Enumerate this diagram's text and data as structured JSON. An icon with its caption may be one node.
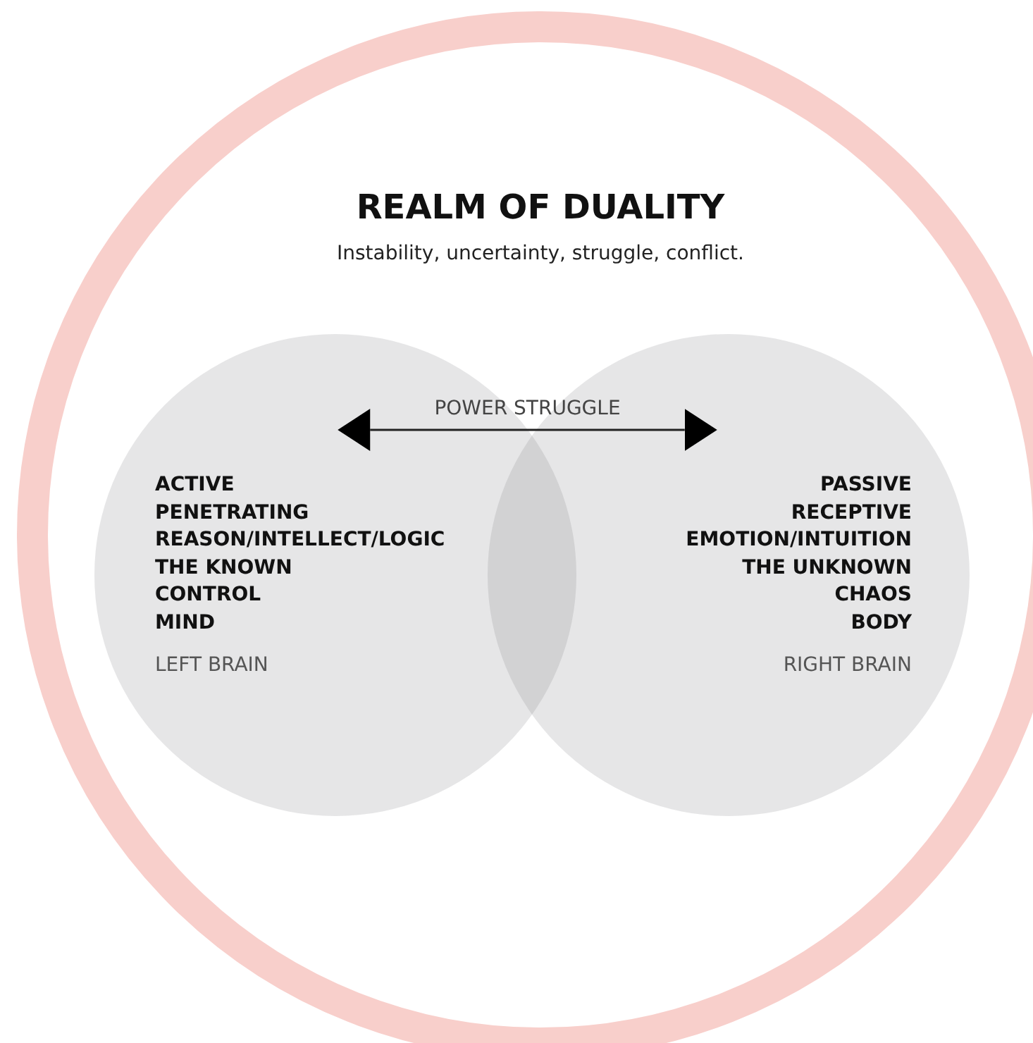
{
  "diagram": {
    "nodes": [
      {
        "text": [
          "REALM OF DUALITY",
          "Instability, uncertainty, struggle, conflict."
        ]
      },
      {
        "text": [
          "ACTIVE",
          "PENETRATING",
          "REASON/INTELLECT/LOGIC",
          "THE KNOWN",
          "CONTROL",
          "MIND",
          "LEFT BRAIN"
        ],
        "in": 0
      },
      {
        "text": [
          "PASSIVE",
          "RECEPTIVE",
          "EMOTION/INTUITION",
          "THE UNKNOWN",
          "CHAOS",
          "BODY",
          "RIGHT BRAIN"
        ],
        "in": 0
      }
    ],
    "edges": [
      {
        "from": 1,
        "to": 2,
        "arrow": "both",
        "label": "POWER STRUGGLE"
      }
    ]
  }
}
